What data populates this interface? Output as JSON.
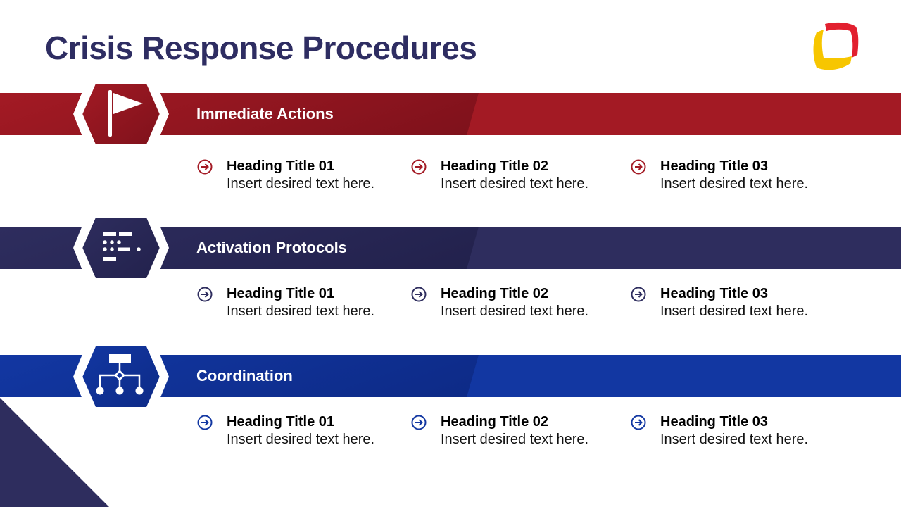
{
  "page": {
    "title": "Crisis Response Procedures",
    "logo_colors": {
      "top": "#e2202f",
      "bottom": "#f7c600"
    }
  },
  "sections": [
    {
      "label": "Immediate Actions",
      "icon": "flag-icon",
      "color_light": "#a31a24",
      "color_dark": "#7e111b",
      "arrow_color": "#a31a24",
      "items": [
        {
          "heading": "Heading Title 01",
          "text": "Insert desired text here."
        },
        {
          "heading": "Heading Title 02",
          "text": "Insert desired text here."
        },
        {
          "heading": "Heading Title 03",
          "text": "Insert desired text here."
        }
      ]
    },
    {
      "label": "Activation Protocols",
      "icon": "list-dots-icon",
      "color_light": "#2e2d5e",
      "color_dark": "#22214c",
      "arrow_color": "#2e2d5e",
      "items": [
        {
          "heading": "Heading Title 01",
          "text": "Insert desired text here."
        },
        {
          "heading": "Heading Title 02",
          "text": "Insert desired text here."
        },
        {
          "heading": "Heading Title 03",
          "text": "Insert desired text here."
        }
      ]
    },
    {
      "label": "Coordination",
      "icon": "org-chart-icon",
      "color_light": "#1237a2",
      "color_dark": "#0d2a86",
      "arrow_color": "#1237a2",
      "items": [
        {
          "heading": "Heading Title 01",
          "text": "Insert desired text here."
        },
        {
          "heading": "Heading Title 02",
          "text": "Insert desired text here."
        },
        {
          "heading": "Heading Title 03",
          "text": "Insert desired text here."
        }
      ]
    }
  ],
  "decor": {
    "corner_triangle_color": "#2e2d5e"
  }
}
